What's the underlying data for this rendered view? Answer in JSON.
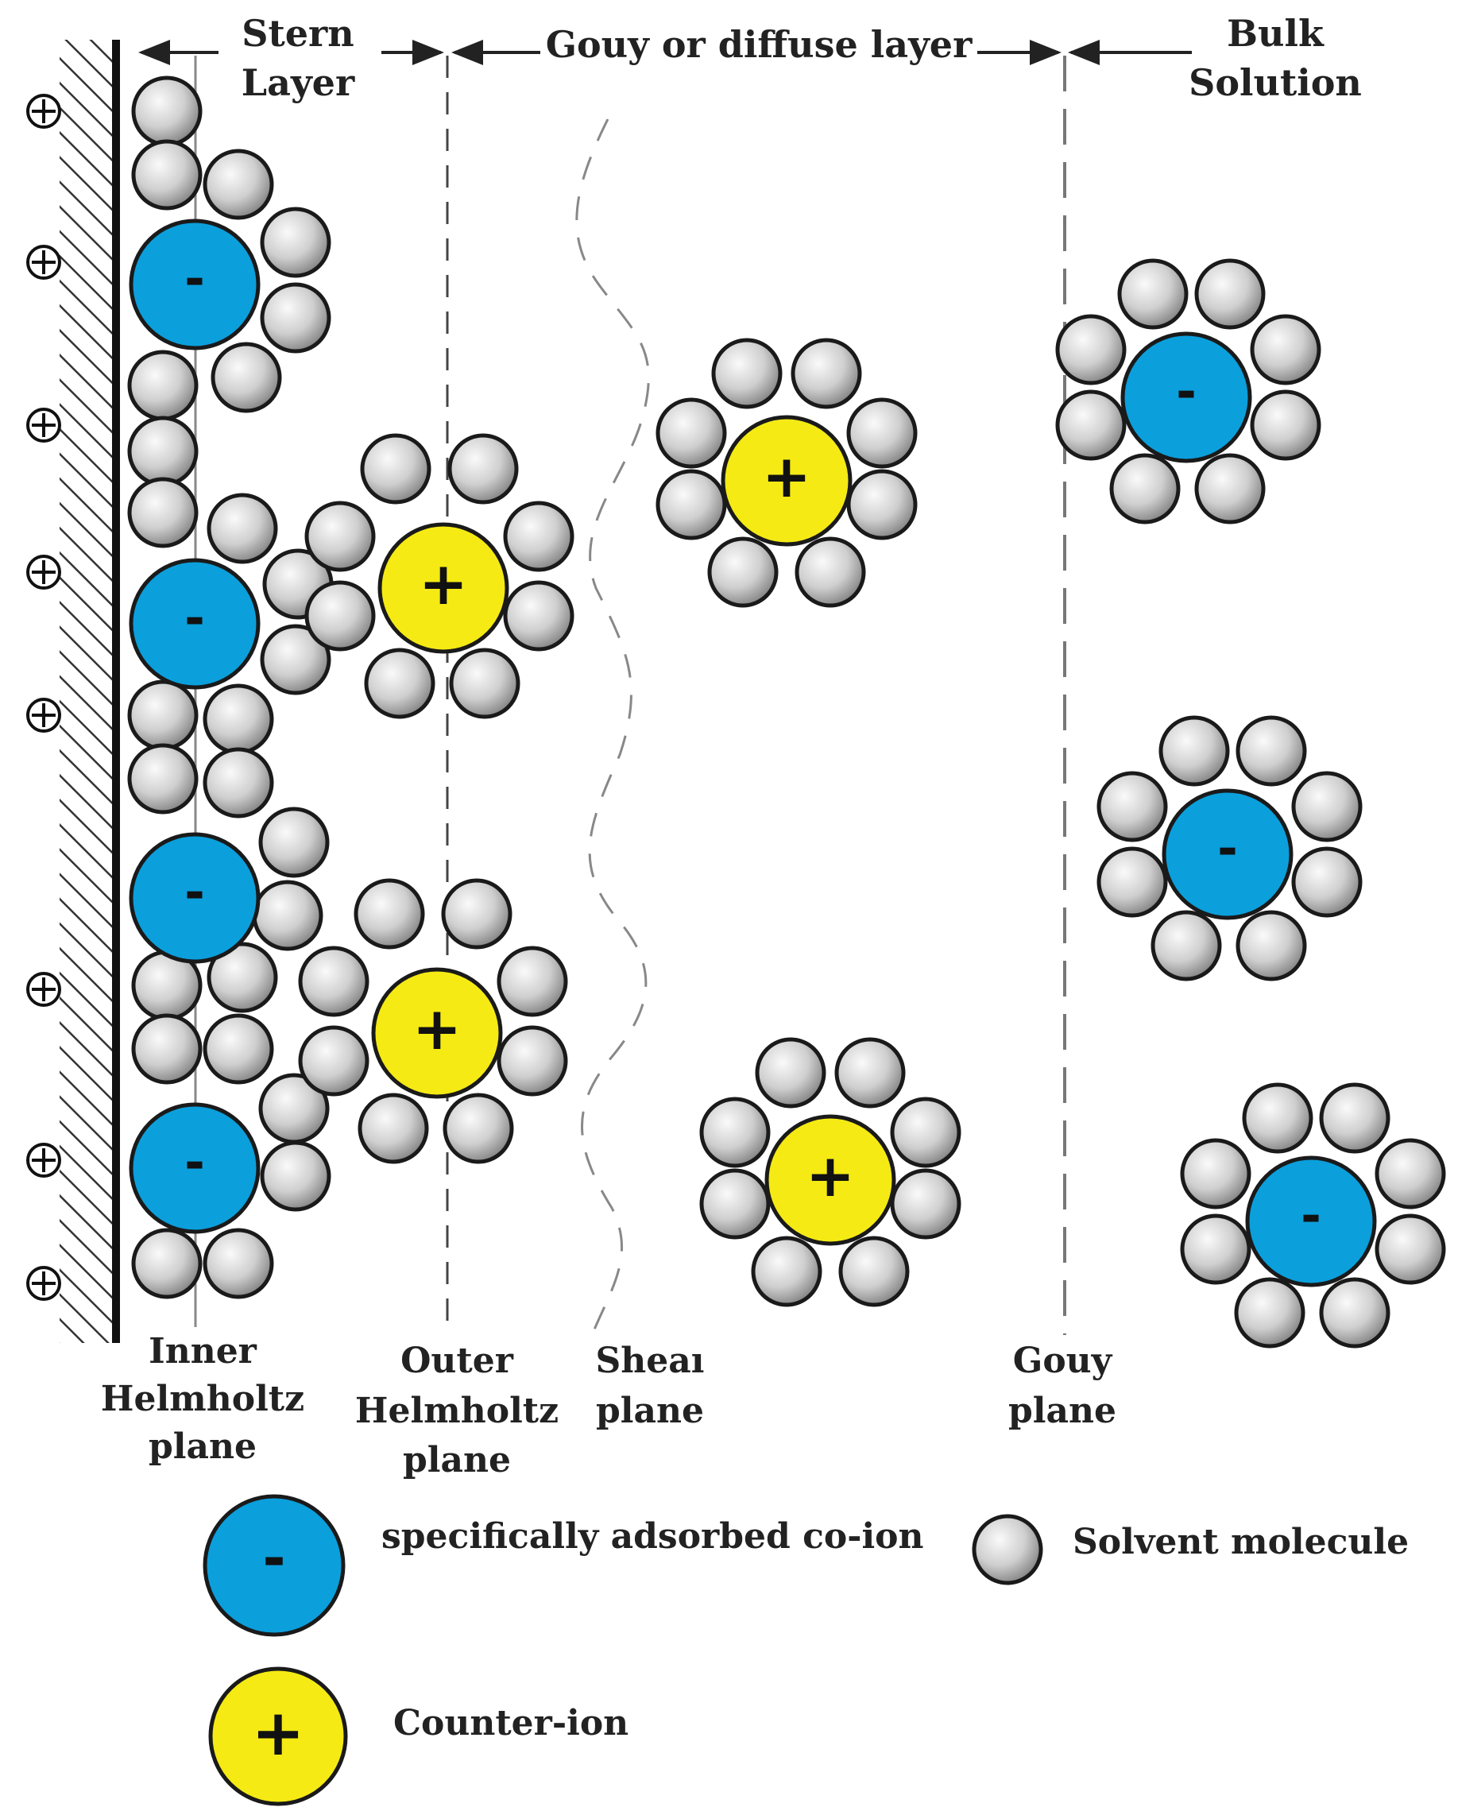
{
  "header": {
    "stern_line1": "Stern",
    "stern_line2": "Layer",
    "gouy_layer": "Gouy or diffuse layer",
    "bulk_line1": "Bulk",
    "bulk_line2": "Solution"
  },
  "planes": {
    "inner": [
      "Inner",
      "Helmholtz",
      "plane"
    ],
    "outer": [
      "Outer",
      "Helmholtz",
      "plane"
    ],
    "shear": [
      "Sheaı",
      "plane"
    ],
    "gouy": [
      "Gouy",
      "plane"
    ]
  },
  "legend": {
    "coion_label": "specifically adsorbed co-ion",
    "counterion_label": "Counter-ion",
    "solvent_label": "Solvent molecule"
  },
  "symbols": {
    "coion_sign": "-",
    "counterion_sign": "+"
  },
  "colors": {
    "coion": "#0b9fdc",
    "counterion": "#f5ea14",
    "solvent_light": "#ededed",
    "solvent_dark": "#8c8c8c",
    "outline": "#1a1a1a"
  },
  "icons": [
    "surface-charge-icon",
    "solvent-molecule-icon",
    "co-ion-icon",
    "counter-ion-icon"
  ]
}
